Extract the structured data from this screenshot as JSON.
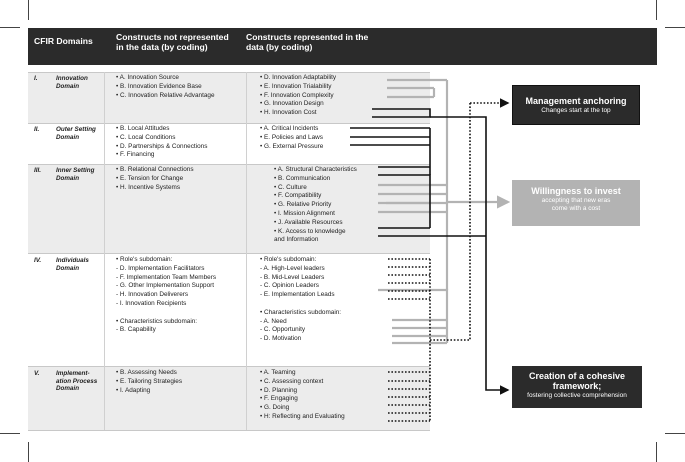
{
  "header": {
    "col1": "CFIR Domains",
    "col2": "Constructs not represented in the data (by coding)",
    "col3": "Constructs represented in the data (by coding)"
  },
  "domains": [
    {
      "num": "I.",
      "name": "Innovation Domain",
      "not_represented": [
        "•  A. Innovation Source",
        "•  B. Innovation Evidence Base",
        "•  C. Innovation Relative Advantage"
      ],
      "represented": [
        "•  D. Innovation Adaptability",
        "•  E. Innovation Trialability",
        "•  F. Innovation Complexity",
        "•  G. Innovation Design",
        "•  H. Innovation Cost"
      ]
    },
    {
      "num": "II.",
      "name": "Outer Setting Domain",
      "not_represented": [
        "•  B. Local Attitudes",
        "•  C. Local Conditions",
        "•  D. Partnerships & Connections",
        "•  F. Financing"
      ],
      "represented": [
        "•  A. Critical Incidents",
        "•  E. Policies and Laws",
        "•  G. External Pressure"
      ]
    },
    {
      "num": "III.",
      "name": "Inner Setting Domain",
      "not_represented": [
        "•  B. Relational Connections",
        "•  E. Tension for Change",
        "•  H. Incentive Systems"
      ],
      "represented": [
        "•  A. Structural Characteristics",
        "•  B. Communication",
        "•  C. Culture",
        "•  F. Compatibility",
        "•  G. Relative Priority",
        "•  I. Mission Alignment",
        "•  J. Available Resources",
        "•  K.  Access to knowledge",
        "      and Information"
      ]
    },
    {
      "num": "IV.",
      "name": "Individuals Domain",
      "not_represented": [
        "•  Role's subdomain:",
        "-   D. Implementation Facilitators",
        "-   F. Implementation Team Members",
        "-   G. Other Implementation Support",
        "-   H. Innovation Deliverers",
        "-   I. Innovation Recipients",
        "",
        "•  Characteristics subdomain:",
        "-   B. Capability"
      ],
      "represented": [
        "•  Role's subdomain:",
        "-   A. High-Level leaders",
        "-   B. Mid-Level Leaders",
        "-   C. Opinion Leaders",
        "-   E. Implementation Leads",
        "",
        "•  Characteristics subdomain:",
        "-   A. Need",
        "-   C. Opportunity",
        "-   D. Motivation"
      ]
    },
    {
      "num": "V.",
      "name": "Implement-ation Process Domain",
      "not_represented": [
        "•  B. Assessing Needs",
        "•  E. Tailoring Strategies",
        "•  I. Adapting"
      ],
      "represented": [
        "•  A. Teaming",
        "•  C. Assessing context",
        "•  D. Planning",
        "•  F. Engaging",
        "•  G. Doing",
        "•  H: Reflecting and Evaluating"
      ]
    }
  ],
  "outcomes": [
    {
      "title": "Management anchoring",
      "subtitle": "Changes start at the top",
      "bg": "#2b2b2b",
      "fg": "#ffffff"
    },
    {
      "title": "Willingness to invest",
      "subtitle": "accepting that new eras come with a cost",
      "bg": "#b3b3b3",
      "fg": "#ffffff"
    },
    {
      "title": "Creation of a cohesive framework;",
      "subtitle": "fostering collective comprehension",
      "bg": "#2b2b2b",
      "fg": "#ffffff"
    }
  ]
}
